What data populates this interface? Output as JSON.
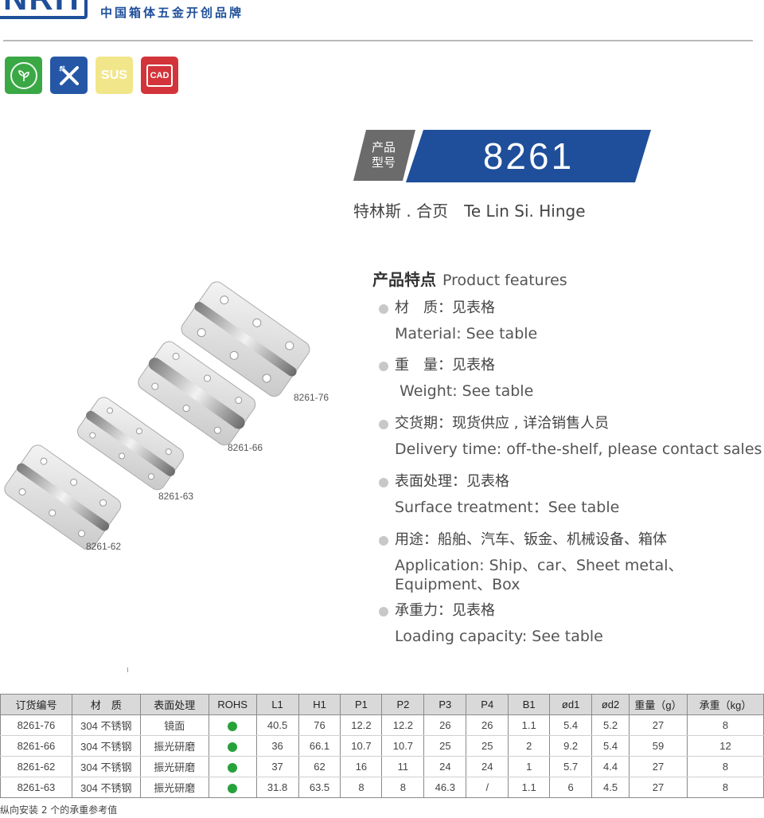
{
  "brand": {
    "logo_text": "NRH",
    "tagline": "中国箱体五金开创品牌"
  },
  "badges": [
    {
      "name": "eco",
      "text": "",
      "color": "#3aa845"
    },
    {
      "name": "tools",
      "text": "",
      "color": "#2557a6"
    },
    {
      "name": "sus",
      "text": "SUS",
      "color": "#f2e68a"
    },
    {
      "name": "cad",
      "text": "CAD",
      "color": "#d3343a"
    }
  ],
  "model": {
    "tag_label": "产品\n型号",
    "number": "8261",
    "tag_color": "#6b6b6b",
    "bar_color": "#1f4f9a"
  },
  "product_name": "特林斯 . 合页　Te Lin Si. Hinge",
  "features": {
    "title_cn": "产品特点",
    "title_en": "Product features",
    "items": [
      {
        "cn": "材　质：见表格",
        "en": "Material: See table"
      },
      {
        "cn": "重　量：见表格",
        "en": " Weight: See table"
      },
      {
        "cn": "交货期：现货供应 , 详洽销售人员",
        "en": "Delivery time: off-the-shelf, please contact sales staff"
      },
      {
        "cn": "表面处理：见表格",
        "en": "Surface treatment：See table"
      },
      {
        "cn": "用途：船舶、汽车、钣金、机械设备、箱体",
        "en": "Application: Ship、car、Sheet metal、",
        "en2": "Equipment、Box"
      },
      {
        "cn": "承重力：见表格",
        "en": "Loading capacity: See table"
      }
    ]
  },
  "hinge_labels": [
    "8261-76",
    "8261-66",
    "8261-63",
    "8261-62"
  ],
  "table": {
    "headers": [
      "订货编号",
      "材　质",
      "表面处理",
      "ROHS",
      "L1",
      "H1",
      "P1",
      "P2",
      "P3",
      "P4",
      "B1",
      "ød1",
      "ød2",
      "重量（g）",
      "承重（kg）"
    ],
    "rows": [
      [
        "8261-76",
        "304 不锈钢",
        "镜面",
        "",
        "40.5",
        "76",
        "12.2",
        "12.2",
        "26",
        "26",
        "1.1",
        "5.4",
        "5.2",
        "27",
        "8"
      ],
      [
        "8261-66",
        "304 不锈钢",
        "振光研磨",
        "",
        "36",
        "66.1",
        "10.7",
        "10.7",
        "25",
        "25",
        "2",
        "9.2",
        "5.4",
        "59",
        "12"
      ],
      [
        "8261-62",
        "304 不锈钢",
        "振光研磨",
        "",
        "37",
        "62",
        "16",
        "11",
        "24",
        "24",
        "1",
        "5.7",
        "4.4",
        "27",
        "8"
      ],
      [
        "8261-63",
        "304 不锈钢",
        "振光研磨",
        "",
        "31.8",
        "63.5",
        "8",
        "8",
        "46.3",
        "/",
        "1.1",
        "6",
        "4.5",
        "27",
        "8"
      ]
    ],
    "rohs_color": "#27a23b"
  },
  "note": "纵向安装 2 个的承重参考值"
}
